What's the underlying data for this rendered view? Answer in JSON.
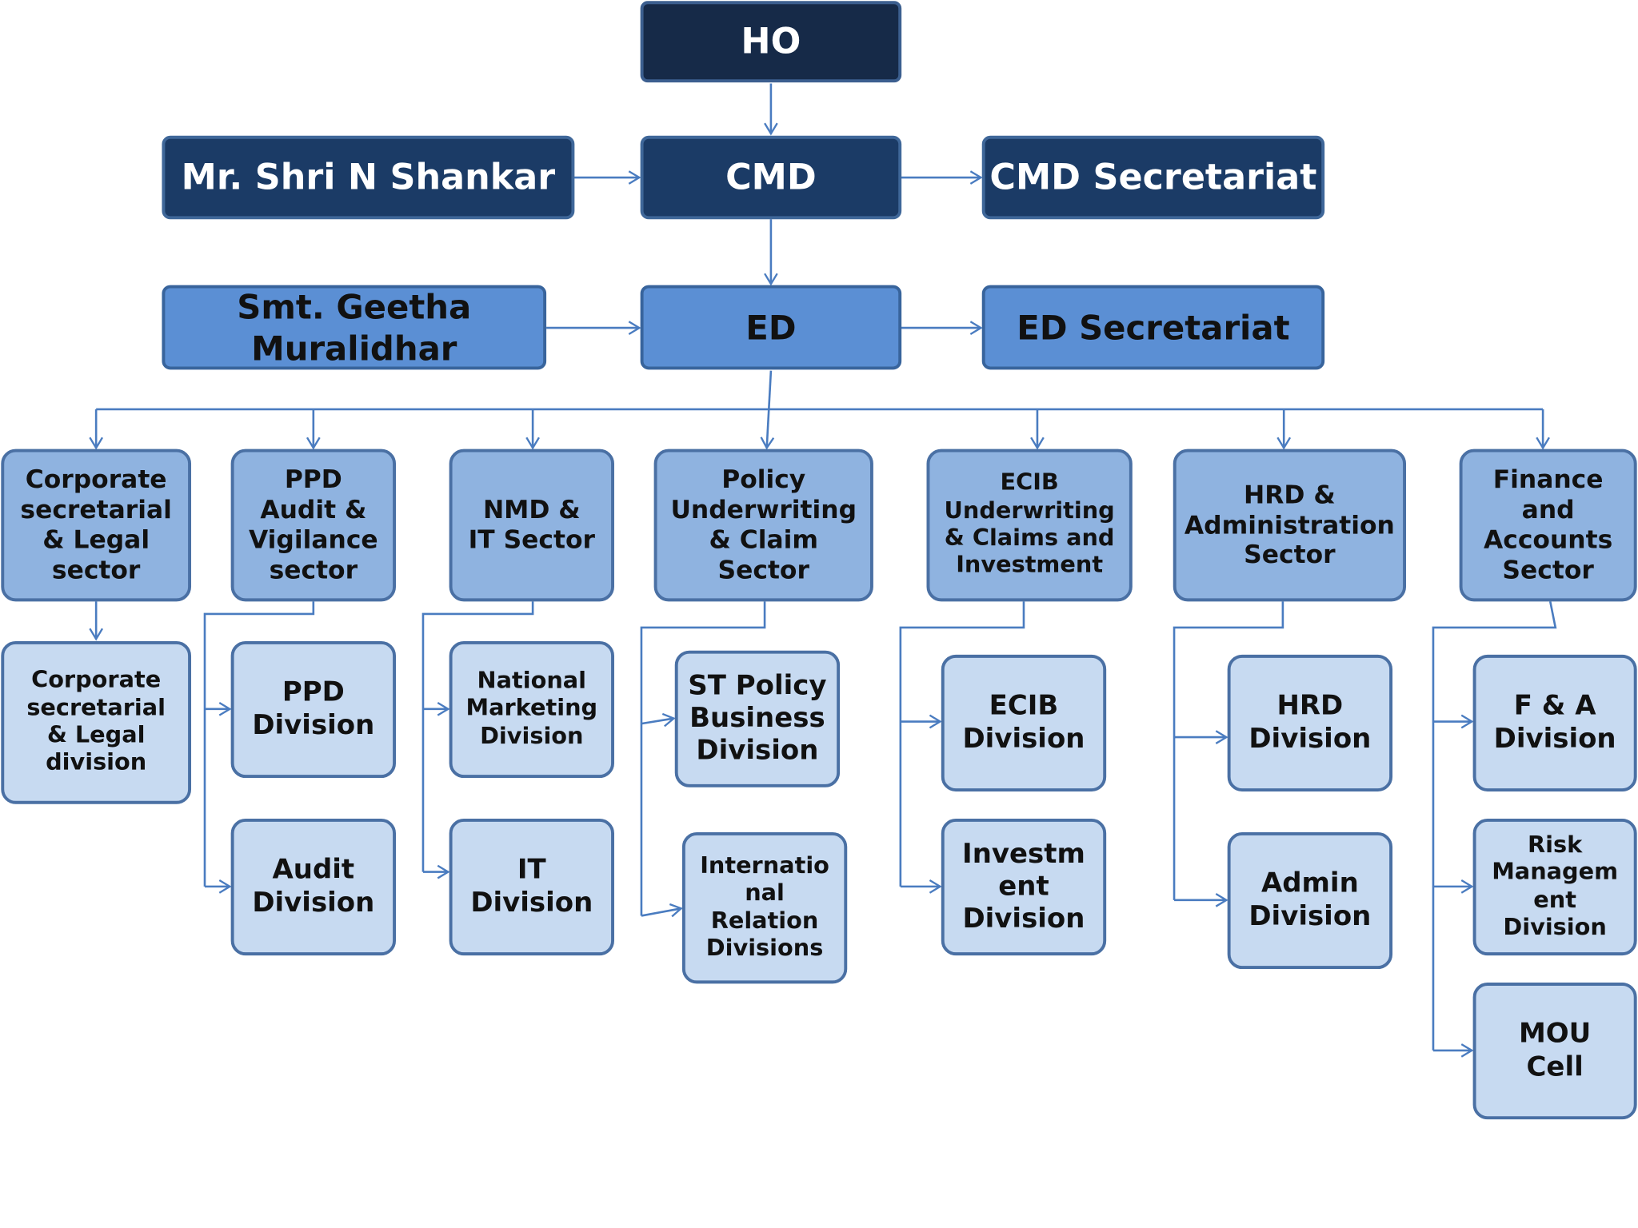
{
  "colors": {
    "top": "#162a48",
    "level1": "#1b3b66",
    "level2": "#5b8fd4",
    "sector": "#8fb3e0",
    "division": "#c7daf1",
    "connector": "#4a7cc0"
  },
  "ho": "HO",
  "level1": {
    "person": "Mr. Shri N Shankar",
    "role": "CMD",
    "secretariat": "CMD Secretariat"
  },
  "level2": {
    "person": "Smt. Geetha\nMuralidhar",
    "role": "ED",
    "secretariat": "ED Secretariat"
  },
  "sectors": [
    {
      "label": "Corporate\nsecretarial\n& Legal\nsector",
      "divisions": [
        "Corporate\nsecretarial\n& Legal\ndivision"
      ]
    },
    {
      "label": "PPD\nAudit &\nVigilance\nsector",
      "divisions": [
        "PPD\nDivision",
        "Audit\nDivision"
      ]
    },
    {
      "label": "NMD &\nIT Sector",
      "divisions": [
        "National\nMarketing\nDivision",
        "IT\nDivision"
      ]
    },
    {
      "label": "Policy\nUnderwriting\n& Claim\nSector",
      "divisions": [
        "ST Policy\nBusiness\nDivision",
        "Internatio\nnal\nRelation\nDivisions"
      ]
    },
    {
      "label": "ECIB\nUnderwriting\n& Claims and\nInvestment",
      "divisions": [
        "ECIB\nDivision",
        "Investm\nent\nDivision"
      ]
    },
    {
      "label": "HRD &\nAdministration\nSector",
      "divisions": [
        "HRD\nDivision",
        "Admin\nDivision"
      ]
    },
    {
      "label": "Finance\nand\nAccounts\nSector",
      "divisions": [
        "F &  A\nDivision",
        "Risk\nManagem\nent\nDivision",
        "MOU\nCell"
      ]
    }
  ]
}
